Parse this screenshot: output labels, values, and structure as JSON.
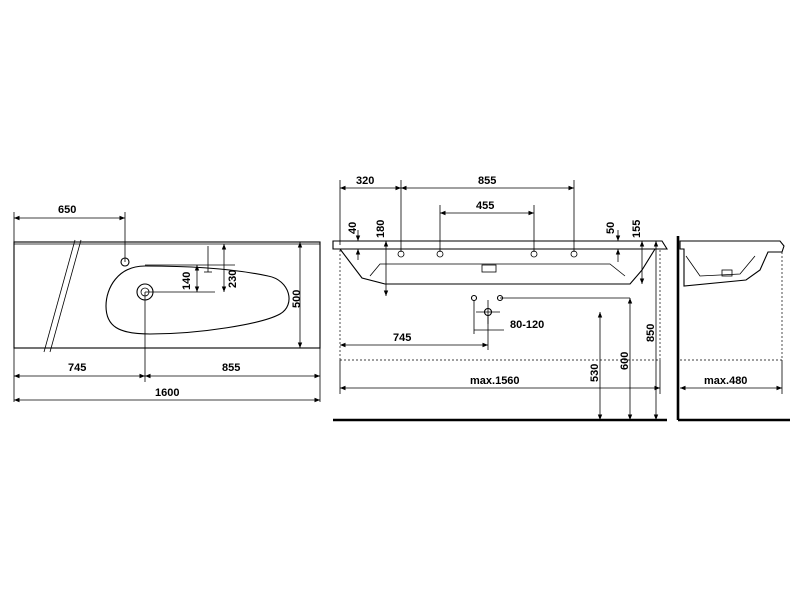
{
  "plan_view": {
    "dim_650": "650",
    "dim_140": "140",
    "dim_230": "230",
    "dim_500": "500",
    "dim_745": "745",
    "dim_855": "855",
    "dim_1600": "1600"
  },
  "front_view": {
    "dim_320": "320",
    "dim_855": "855",
    "dim_455": "455",
    "dim_40": "40",
    "dim_180": "180",
    "dim_50": "50",
    "dim_155": "155",
    "dim_745": "745",
    "dim_80_120": "80-120",
    "dim_max1560": "max.1560",
    "dim_530": "530",
    "dim_600": "600",
    "dim_850": "850"
  },
  "side_view": {
    "dim_max480": "max.480"
  }
}
